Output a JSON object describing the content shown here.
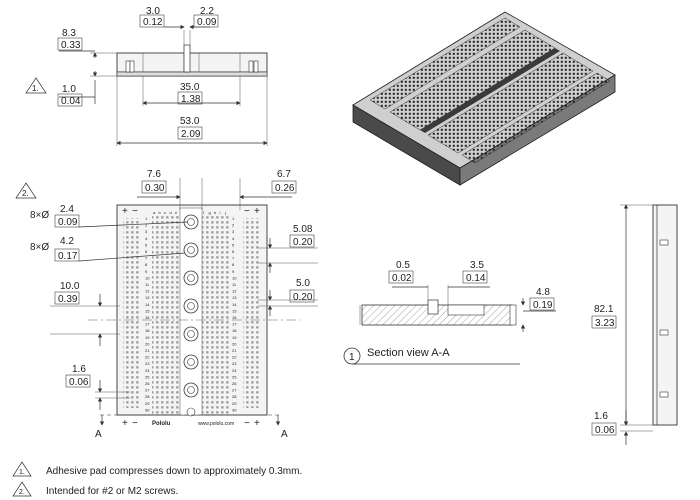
{
  "side_view_top": {
    "dim_slot_width": {
      "value": "3.0",
      "inch": "0.12"
    },
    "dim_slot_right": {
      "value": "2.2",
      "inch": "0.09"
    },
    "dim_height": {
      "value": "8.3",
      "inch": "0.33"
    },
    "dim_pad": {
      "value": "1.0",
      "inch": "0.04"
    },
    "dim_inner": {
      "value": "35.0",
      "inch": "1.38"
    },
    "dim_total_width": {
      "value": "53.0",
      "inch": "2.09"
    },
    "note_marker": "1."
  },
  "top_view": {
    "note_marker": "2.",
    "dim_left_offset": {
      "value": "7.6",
      "inch": "0.30"
    },
    "dim_right_offset": {
      "value": "6.7",
      "inch": "0.26"
    },
    "dim_small_hole": {
      "prefix": "8×Ø",
      "value": "2.4",
      "inch": "0.09"
    },
    "dim_large_hole": {
      "prefix": "8×Ø",
      "value": "4.2",
      "inch": "0.17"
    },
    "dim_pitch_a": {
      "value": "5.08",
      "inch": "0.20"
    },
    "dim_pitch_b": {
      "value": "5.0",
      "inch": "0.20"
    },
    "dim_center": {
      "value": "10.0",
      "inch": "0.39"
    },
    "dim_edge": {
      "value": "1.6",
      "inch": "0.06"
    },
    "section_label_left": "A",
    "section_label_right": "A",
    "plus": "+",
    "minus": "−",
    "brand_text": "Pololu",
    "url_text": "www.pololu.com",
    "column_letters": [
      "a",
      "b",
      "c",
      "d",
      "e",
      "f",
      "g",
      "h",
      "i",
      "j"
    ],
    "row_numbers": [
      "1",
      "2",
      "3",
      "4",
      "5",
      "6",
      "7",
      "8",
      "9",
      "10",
      "11",
      "12",
      "13",
      "14",
      "15",
      "16",
      "17",
      "18",
      "19",
      "20",
      "21",
      "22",
      "23",
      "24",
      "25",
      "26",
      "27",
      "28",
      "29",
      "30"
    ]
  },
  "section_view": {
    "dim_slot": {
      "value": "0.5",
      "inch": "0.02"
    },
    "dim_gap": {
      "value": "3.5",
      "inch": "0.14"
    },
    "dim_depth": {
      "value": "4.8",
      "inch": "0.19"
    },
    "callout_number": "1",
    "title": "Section view A-A"
  },
  "side_view_right": {
    "dim_length": {
      "value": "82.1",
      "inch": "3.23"
    },
    "dim_edge": {
      "value": "1.6",
      "inch": "0.06"
    }
  },
  "notes": [
    {
      "marker": "1.",
      "text": "Adhesive pad compresses down to approximately 0.3mm."
    },
    {
      "marker": "2.",
      "text": "Intended for #2 or M2 screws."
    }
  ],
  "colors": {
    "line": "#333333",
    "part_fill": "#f4f4f4",
    "iso_dark": "#3a3a3a",
    "iso_light": "#cfcfcf"
  }
}
